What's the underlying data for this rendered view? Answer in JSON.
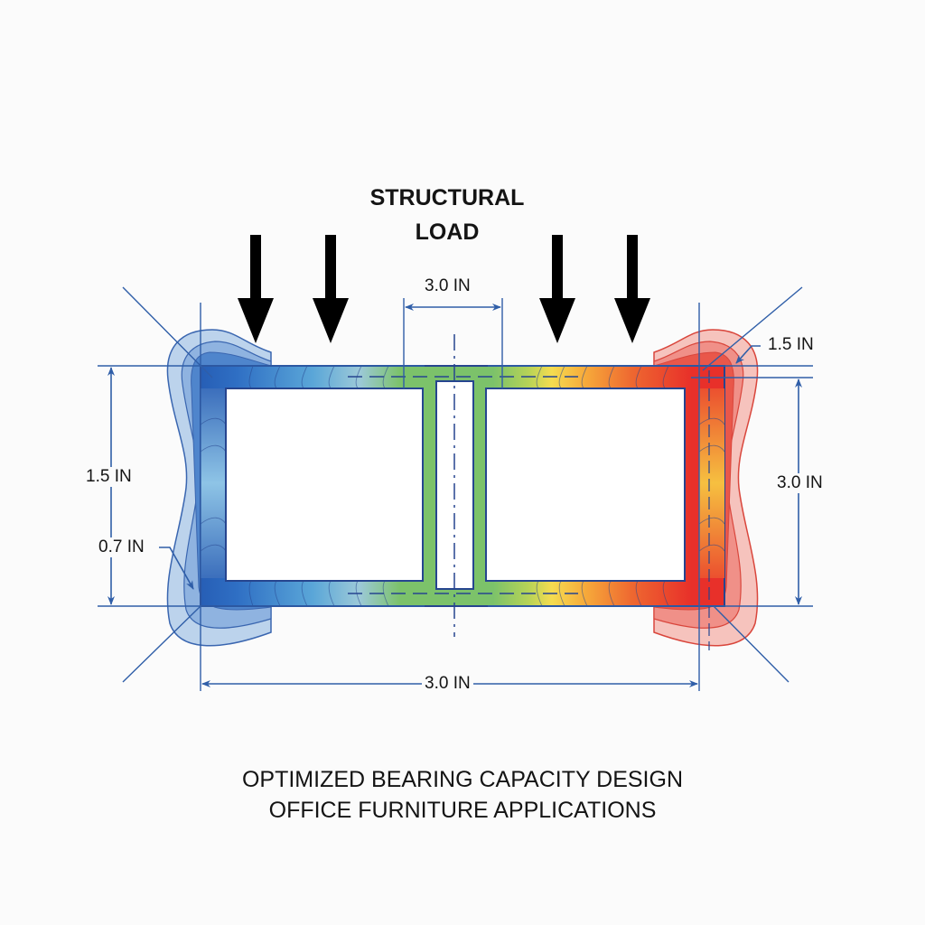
{
  "title": {
    "line1": "STRUCTURAL",
    "line2": "LOAD"
  },
  "dimensions": {
    "top_gap": "3.0 IN",
    "right_top": "1.5 IN",
    "right_height": "3.0 IN",
    "left_height": "1.5 IN",
    "left_corner": "0.7 IN",
    "bottom_width": "3.0 IN"
  },
  "caption": {
    "line1": "OPTIMIZED BEARING CAPACITY DESIGN",
    "line2": "OFFICE FURNITURE APPLICATIONS"
  },
  "load_arrows": {
    "count": 4,
    "icon": "down-arrow-icon"
  },
  "colors": {
    "low_stress": "#2a5fb8",
    "mid_stress": "#7cc26a",
    "high_stress": "#e8302a",
    "peak_yellow": "#f5dc50",
    "dimension_line": "#2f5ea8",
    "outline": "#26458f"
  }
}
